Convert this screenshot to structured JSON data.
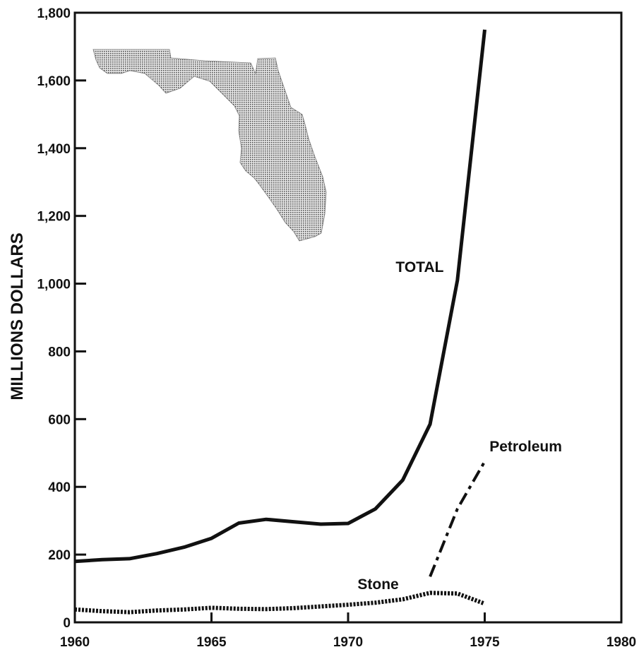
{
  "chart_data": {
    "type": "line",
    "title": "",
    "xlabel": "",
    "ylabel": "MILLIONS DOLLARS",
    "xlim": [
      1960,
      1980
    ],
    "ylim": [
      0,
      1800
    ],
    "x_ticks": [
      1960,
      1965,
      1970,
      1975,
      1980
    ],
    "x_tick_labels": [
      "1960",
      "1965",
      "1970",
      "1975",
      "1980"
    ],
    "y_ticks": [
      0,
      200,
      400,
      600,
      800,
      1000,
      1200,
      1400,
      1600,
      1800
    ],
    "y_tick_labels": [
      "0",
      "200",
      "400",
      "600",
      "800",
      "1,000",
      "1,200",
      "1,400",
      "1,600",
      "1,800"
    ],
    "grid": false,
    "legend": "none",
    "series": [
      {
        "name": "TOTAL",
        "style": "solid",
        "x": [
          1960,
          1961,
          1962,
          1963,
          1964,
          1965,
          1966,
          1967,
          1968,
          1969,
          1970,
          1971,
          1972,
          1973,
          1974,
          1975
        ],
        "values": [
          180,
          185,
          188,
          203,
          222,
          248,
          293,
          304,
          297,
          290,
          292,
          335,
          420,
          585,
          1010,
          1750
        ]
      },
      {
        "name": "Petroleum",
        "style": "dashed",
        "x": [
          1973,
          1974,
          1975
        ],
        "values": [
          135,
          335,
          475
        ]
      },
      {
        "name": "Stone",
        "style": "dotted",
        "x": [
          1960,
          1961,
          1962,
          1963,
          1964,
          1965,
          1966,
          1967,
          1968,
          1969,
          1970,
          1971,
          1972,
          1973,
          1974,
          1975
        ],
        "values": [
          38,
          33,
          30,
          35,
          38,
          43,
          40,
          39,
          42,
          47,
          52,
          58,
          68,
          87,
          85,
          55
        ]
      }
    ],
    "annotations": [
      {
        "text": "TOTAL",
        "series": "TOTAL"
      },
      {
        "text": "Petroleum",
        "series": "Petroleum"
      },
      {
        "text": "Stone",
        "series": "Stone"
      }
    ],
    "inset_map": "florida-state-silhouette"
  }
}
